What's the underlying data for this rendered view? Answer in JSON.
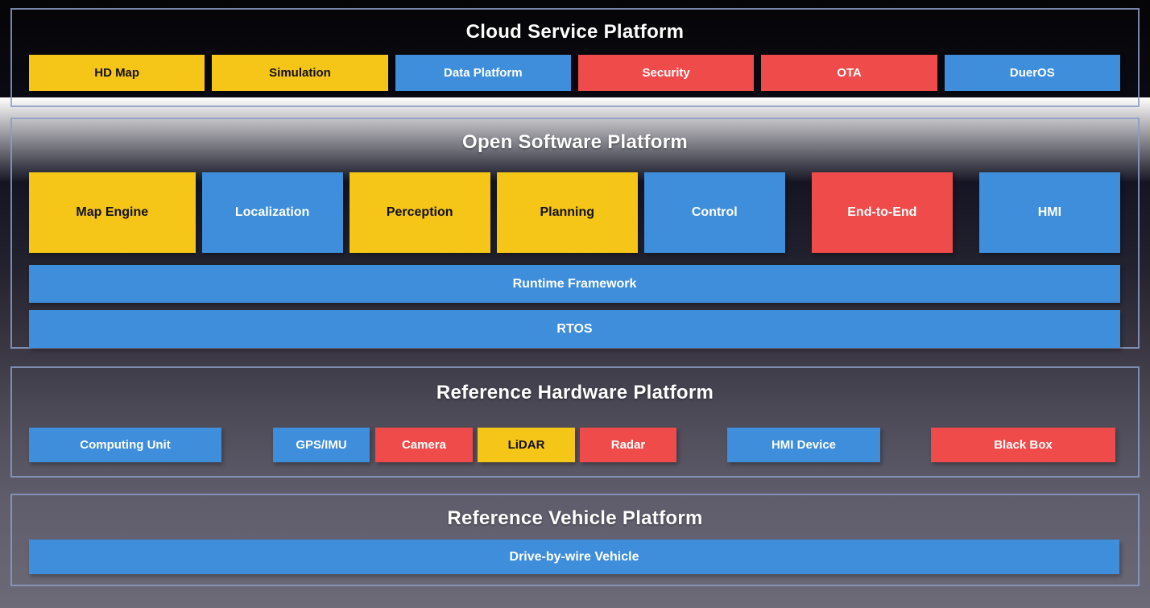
{
  "colors": {
    "yellow": "#f5c518",
    "blue": "#3e8edb",
    "red": "#f04b4b",
    "section_border": "#8c9cc4",
    "title_text": "#ffffff",
    "background_top": "#050507",
    "background_bottom": "#6d6a78"
  },
  "sections": {
    "cloud": {
      "title": "Cloud Service Platform",
      "boxes": [
        {
          "label": "HD Map",
          "color": "yellow"
        },
        {
          "label": "Simulation",
          "color": "yellow"
        },
        {
          "label": "Data Platform",
          "color": "blue"
        },
        {
          "label": "Security",
          "color": "red"
        },
        {
          "label": "OTA",
          "color": "red"
        },
        {
          "label": "DuerOS",
          "color": "blue"
        }
      ]
    },
    "software": {
      "title": "Open Software Platform",
      "modules": [
        {
          "label": "Map Engine",
          "color": "yellow"
        },
        {
          "label": "Localization",
          "color": "blue"
        },
        {
          "label": "Perception",
          "color": "yellow"
        },
        {
          "label": "Planning",
          "color": "yellow"
        },
        {
          "label": "Control",
          "color": "blue"
        },
        {
          "label": "End-to-End",
          "color": "red"
        },
        {
          "label": "HMI",
          "color": "blue"
        }
      ],
      "bars": [
        {
          "label": "Runtime Framework",
          "color": "blue"
        },
        {
          "label": "RTOS",
          "color": "blue"
        }
      ]
    },
    "hardware": {
      "title": "Reference Hardware Platform",
      "boxes": [
        {
          "label": "Computing Unit",
          "color": "blue"
        },
        {
          "label": "GPS/IMU",
          "color": "blue"
        },
        {
          "label": "Camera",
          "color": "red"
        },
        {
          "label": "LiDAR",
          "color": "yellow"
        },
        {
          "label": "Radar",
          "color": "red"
        },
        {
          "label": "HMI Device",
          "color": "blue"
        },
        {
          "label": "Black Box",
          "color": "red"
        }
      ]
    },
    "vehicle": {
      "title": "Reference Vehicle Platform",
      "bar": {
        "label": "Drive-by-wire Vehicle",
        "color": "blue"
      }
    }
  }
}
